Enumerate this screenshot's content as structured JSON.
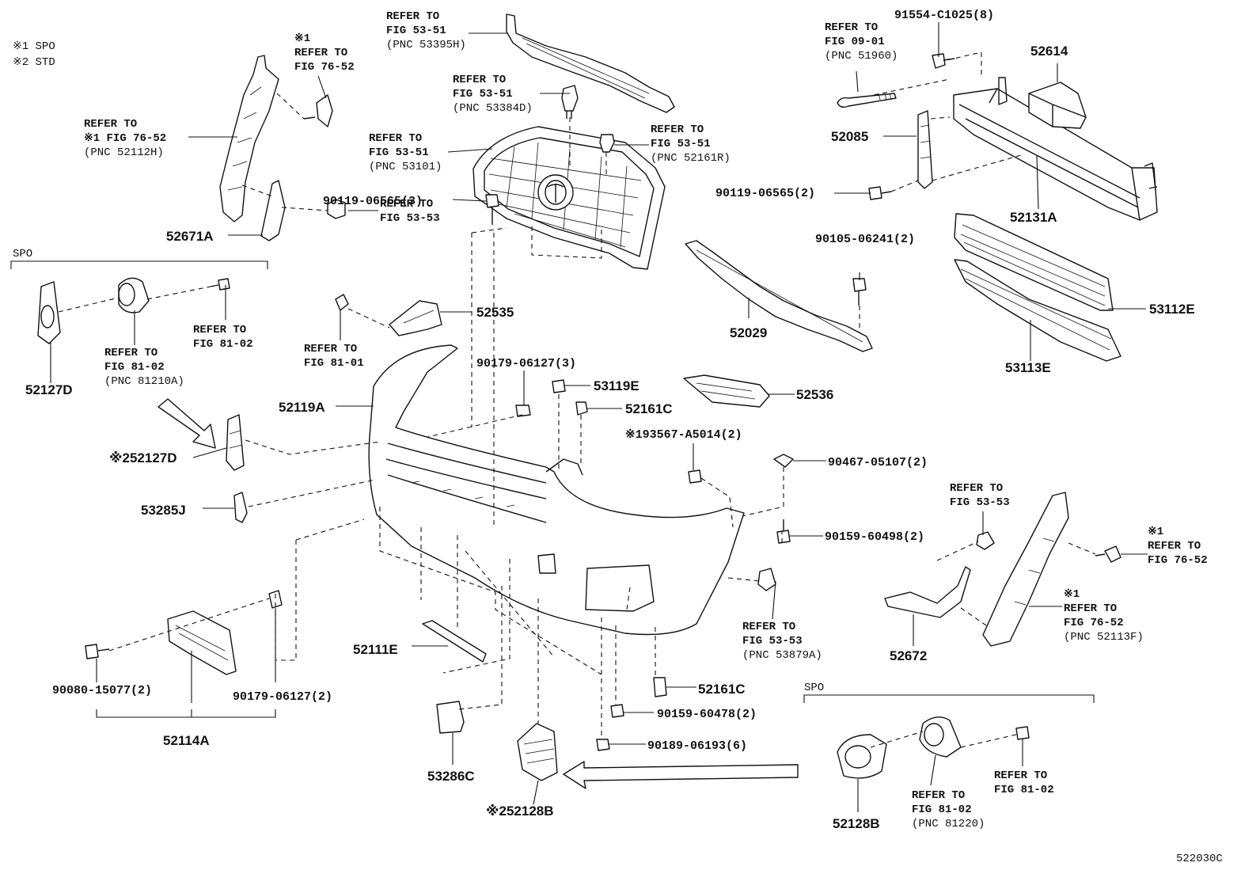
{
  "legend": [
    "※1 SPO",
    "※2 STD"
  ],
  "groups": {
    "spo_left": "SPO",
    "spo_right": "SPO"
  },
  "figure_code": "522030C",
  "labels": [
    {
      "id": "l01",
      "lines": [
        "REFER TO",
        "FIG 53-51",
        "(PNC 53395H)"
      ]
    },
    {
      "id": "l02",
      "lines": [
        "※1",
        "REFER TO",
        "FIG 76-52"
      ]
    },
    {
      "id": "l03",
      "lines": [
        "REFER TO",
        "FIG 53-51",
        "(PNC 53384D)"
      ]
    },
    {
      "id": "l04",
      "lines": [
        "REFER TO",
        "※1 FIG 76-52",
        "(PNC 52112H)"
      ]
    },
    {
      "id": "l05",
      "lines": [
        "REFER TO",
        "FIG 53-51",
        "(PNC 53101)"
      ]
    },
    {
      "id": "l06",
      "lines": [
        "REFER TO",
        "FIG 53-51",
        "(PNC 52161R)"
      ]
    },
    {
      "id": "l07",
      "lines": [
        "REFER TO",
        "FIG 09-01",
        "(PNC 51960)"
      ]
    },
    {
      "id": "l08",
      "lines": [
        "91554-C1025(8)"
      ]
    },
    {
      "id": "l09",
      "lines": [
        "52614"
      ]
    },
    {
      "id": "l10",
      "lines": [
        "52085"
      ]
    },
    {
      "id": "l11",
      "lines": [
        "90119-06565(2)"
      ]
    },
    {
      "id": "l12",
      "lines": [
        "52131A"
      ]
    },
    {
      "id": "l13",
      "lines": [
        "REFER TO",
        "FIG 53-53"
      ]
    },
    {
      "id": "l14",
      "lines": [
        "52671A"
      ]
    },
    {
      "id": "l15",
      "lines": [
        "90119-06565(3)"
      ]
    },
    {
      "id": "l16",
      "lines": [
        "90105-06241(2)"
      ]
    },
    {
      "id": "l17",
      "lines": [
        "52535"
      ]
    },
    {
      "id": "l18",
      "lines": [
        "52029"
      ]
    },
    {
      "id": "l19",
      "lines": [
        "53112E"
      ]
    },
    {
      "id": "l20",
      "lines": [
        "53113E"
      ]
    },
    {
      "id": "l21",
      "lines": [
        "REFER TO",
        "FIG 81-02"
      ]
    },
    {
      "id": "l22",
      "lines": [
        "REFER TO",
        "FIG 81-02",
        "(PNC 81210A)"
      ]
    },
    {
      "id": "l23",
      "lines": [
        "REFER TO",
        "FIG 81-01"
      ]
    },
    {
      "id": "l24",
      "lines": [
        "52127D"
      ]
    },
    {
      "id": "l25",
      "lines": [
        "90179-06127(3)"
      ]
    },
    {
      "id": "l26",
      "lines": [
        "53119E"
      ]
    },
    {
      "id": "l27",
      "lines": [
        "52161C"
      ]
    },
    {
      "id": "l28",
      "lines": [
        "52119A"
      ]
    },
    {
      "id": "l29",
      "lines": [
        "52536"
      ]
    },
    {
      "id": "l30",
      "lines": [
        "※193567-A5014(2)"
      ]
    },
    {
      "id": "l31",
      "lines": [
        "90467-05107(2)"
      ]
    },
    {
      "id": "l32",
      "lines": [
        "※252127D"
      ]
    },
    {
      "id": "l33",
      "lines": [
        "53285J"
      ]
    },
    {
      "id": "l34",
      "lines": [
        "90159-60498(2)"
      ]
    },
    {
      "id": "l35",
      "lines": [
        "REFER TO",
        "FIG 53-53"
      ]
    },
    {
      "id": "l36",
      "lines": [
        "※1",
        "REFER TO",
        "FIG 76-52"
      ]
    },
    {
      "id": "l37",
      "lines": [
        "※1",
        "REFER TO",
        "FIG 76-52",
        "(PNC 52113F)"
      ]
    },
    {
      "id": "l38",
      "lines": [
        "REFER TO",
        "FIG 53-53",
        "(PNC 53879A)"
      ]
    },
    {
      "id": "l39",
      "lines": [
        "52111E"
      ]
    },
    {
      "id": "l40",
      "lines": [
        "52672"
      ]
    },
    {
      "id": "l41",
      "lines": [
        "52161C"
      ]
    },
    {
      "id": "l42",
      "lines": [
        "90080-15077(2)"
      ]
    },
    {
      "id": "l43",
      "lines": [
        "90179-06127(2)"
      ]
    },
    {
      "id": "l44",
      "lines": [
        "90159-60478(2)"
      ]
    },
    {
      "id": "l45",
      "lines": [
        "52114A"
      ]
    },
    {
      "id": "l46",
      "lines": [
        "90189-06193(6)"
      ]
    },
    {
      "id": "l47",
      "lines": [
        "53286C"
      ]
    },
    {
      "id": "l48",
      "lines": [
        "REFER TO",
        "FIG 81-02"
      ]
    },
    {
      "id": "l49",
      "lines": [
        "REFER TO",
        "FIG 81-02",
        "(PNC 81220)"
      ]
    },
    {
      "id": "l50",
      "lines": [
        "52128B"
      ]
    },
    {
      "id": "l51",
      "lines": [
        "※252128B"
      ]
    }
  ]
}
